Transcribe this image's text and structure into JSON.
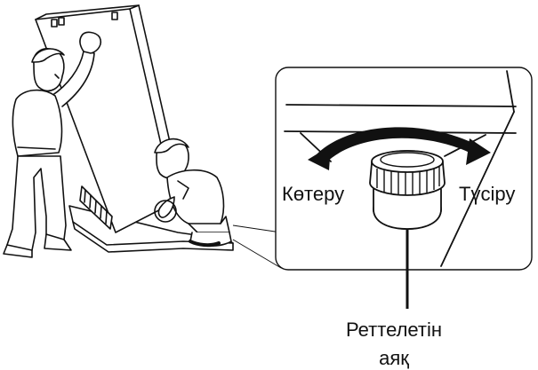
{
  "labels": {
    "raise": "Көтеру",
    "lower": "Түсіру",
    "adjustable_foot": "Реттелетін аяқ"
  },
  "colors": {
    "ink": "#111111",
    "background": "#ffffff"
  }
}
